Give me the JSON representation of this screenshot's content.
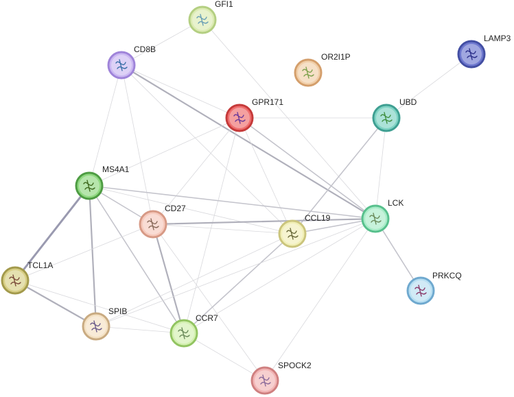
{
  "network": {
    "nodes": [
      {
        "id": "GFI1",
        "label": "GFI1",
        "color": "#dcebb3",
        "border": "#b4cf82",
        "protein_color": "#6a9fb5"
      },
      {
        "id": "CD8B",
        "label": "CD8B",
        "color": "#cbb8f2",
        "border": "#9f84d9",
        "protein_color": "#3a6fa8"
      },
      {
        "id": "OR2I1P",
        "label": "OR2I1P",
        "color": "#f1cfa9",
        "border": "#d49f6c",
        "protein_color": "#7fa24e"
      },
      {
        "id": "LAMP3",
        "label": "LAMP3",
        "color": "#6e78cf",
        "border": "#434fa3",
        "protein_color": "#2b2f8a"
      },
      {
        "id": "GPR171",
        "label": "GPR171",
        "color": "#ef6e6e",
        "border": "#c53a3a",
        "protein_color": "#6a3a9a"
      },
      {
        "id": "UBD",
        "label": "UBD",
        "color": "#7fd3c4",
        "border": "#3f9f92",
        "protein_color": "#3f8f3f"
      },
      {
        "id": "MS4A1",
        "label": "MS4A1",
        "color": "#8fd880",
        "border": "#4e9c43",
        "protein_color": "#3f6a1f"
      },
      {
        "id": "CD27",
        "label": "CD27",
        "color": "#f6cabd",
        "border": "#d79a86",
        "protein_color": "#8a6a5a"
      },
      {
        "id": "CCL19",
        "label": "CCL19",
        "color": "#f1efb7",
        "border": "#cbc57d",
        "protein_color": "#6a6a3a"
      },
      {
        "id": "LCK",
        "label": "LCK",
        "color": "#a9ecc8",
        "border": "#58c08d",
        "protein_color": "#6a8a5a"
      },
      {
        "id": "TCL1A",
        "label": "TCL1A",
        "color": "#d8cf86",
        "border": "#a39a4c",
        "protein_color": "#7a4a3a"
      },
      {
        "id": "PRKCQ",
        "label": "PRKCQ",
        "color": "#b8dff2",
        "border": "#6fa9cf",
        "protein_color": "#8a3a6a"
      },
      {
        "id": "SPIB",
        "label": "SPIB",
        "color": "#f4e1c3",
        "border": "#c9ab82",
        "protein_color": "#6a5a8a"
      },
      {
        "id": "CCR7",
        "label": "CCR7",
        "color": "#d3f0b0",
        "border": "#92c461",
        "protein_color": "#6a8a5a"
      },
      {
        "id": "SPOCK2",
        "label": "SPOCK2",
        "color": "#f2b5b5",
        "border": "#cf8080",
        "protein_color": "#8a6a9a"
      }
    ],
    "edges": [
      {
        "source": "GFI1",
        "target": "CD8B",
        "weight": 1
      },
      {
        "source": "GFI1",
        "target": "LCK",
        "weight": 1
      },
      {
        "source": "CD8B",
        "target": "GPR171",
        "weight": 1
      },
      {
        "source": "CD8B",
        "target": "LCK",
        "weight": 3
      },
      {
        "source": "CD8B",
        "target": "MS4A1",
        "weight": 1
      },
      {
        "source": "CD8B",
        "target": "CD27",
        "weight": 1
      },
      {
        "source": "CD8B",
        "target": "CCL19",
        "weight": 1
      },
      {
        "source": "LAMP3",
        "target": "UBD",
        "weight": 1
      },
      {
        "source": "GPR171",
        "target": "UBD",
        "weight": 1
      },
      {
        "source": "GPR171",
        "target": "LCK",
        "weight": 2
      },
      {
        "source": "GPR171",
        "target": "MS4A1",
        "weight": 1
      },
      {
        "source": "GPR171",
        "target": "CD27",
        "weight": 1
      },
      {
        "source": "GPR171",
        "target": "CCL19",
        "weight": 1
      },
      {
        "source": "GPR171",
        "target": "CCR7",
        "weight": 1
      },
      {
        "source": "UBD",
        "target": "LCK",
        "weight": 1
      },
      {
        "source": "UBD",
        "target": "CCL19",
        "weight": 2
      },
      {
        "source": "MS4A1",
        "target": "LCK",
        "weight": 2
      },
      {
        "source": "MS4A1",
        "target": "TCL1A",
        "weight": 4
      },
      {
        "source": "MS4A1",
        "target": "SPIB",
        "weight": 3
      },
      {
        "source": "MS4A1",
        "target": "CCR7",
        "weight": 2
      },
      {
        "source": "MS4A1",
        "target": "CD27",
        "weight": 2
      },
      {
        "source": "MS4A1",
        "target": "CCL19",
        "weight": 1
      },
      {
        "source": "CD27",
        "target": "LCK",
        "weight": 3
      },
      {
        "source": "CD27",
        "target": "CCL19",
        "weight": 1
      },
      {
        "source": "CD27",
        "target": "CCR7",
        "weight": 3
      },
      {
        "source": "CD27",
        "target": "TCL1A",
        "weight": 1
      },
      {
        "source": "CD27",
        "target": "SPOCK2",
        "weight": 1
      },
      {
        "source": "CCL19",
        "target": "LCK",
        "weight": 2
      },
      {
        "source": "CCL19",
        "target": "CCR7",
        "weight": 2
      },
      {
        "source": "CCL19",
        "target": "SPIB",
        "weight": 1
      },
      {
        "source": "LCK",
        "target": "PRKCQ",
        "weight": 2
      },
      {
        "source": "LCK",
        "target": "CCR7",
        "weight": 1
      },
      {
        "source": "LCK",
        "target": "SPOCK2",
        "weight": 1
      },
      {
        "source": "LCK",
        "target": "SPIB",
        "weight": 1
      },
      {
        "source": "TCL1A",
        "target": "SPIB",
        "weight": 3
      },
      {
        "source": "TCL1A",
        "target": "CCR7",
        "weight": 1
      },
      {
        "source": "SPIB",
        "target": "CCR7",
        "weight": 1
      },
      {
        "source": "CCR7",
        "target": "SPOCK2",
        "weight": 1
      }
    ]
  }
}
